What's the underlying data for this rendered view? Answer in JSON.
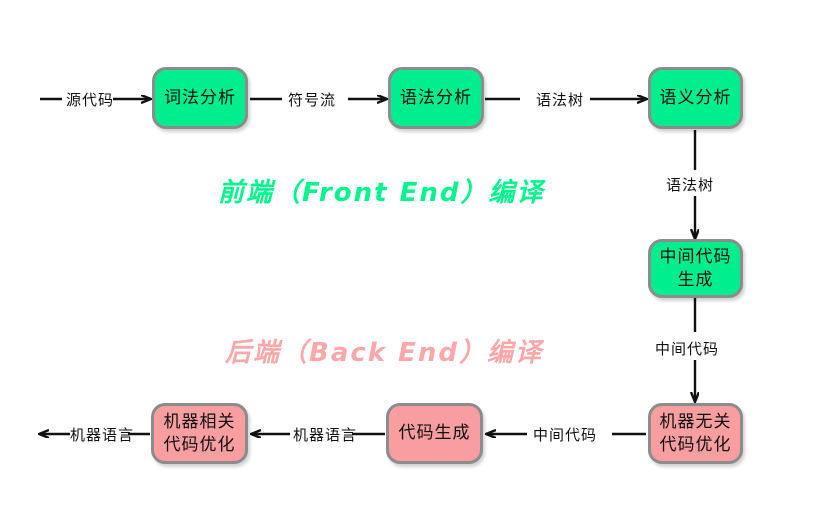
{
  "diagram": {
    "title_front": "前端（Front End）编译",
    "title_back": "后端（Back End）编译",
    "colors": {
      "green": "#00EE8E",
      "pink": "#F89DA0",
      "border": "#8c8c8c",
      "line": "#111111",
      "front_caption": "#00F58C",
      "back_caption": "#FCA7AA"
    },
    "nodes": [
      {
        "id": "lexical",
        "label": "词法分析",
        "color": "green"
      },
      {
        "id": "syntax",
        "label": "语法分析",
        "color": "green"
      },
      {
        "id": "semantic",
        "label": "语义分析",
        "color": "green"
      },
      {
        "id": "ir-gen",
        "label": "中间代码\n生成",
        "color": "green"
      },
      {
        "id": "mi-opt",
        "label": "机器无关\n代码优化",
        "color": "pink"
      },
      {
        "id": "code-gen",
        "label": "代码生成",
        "color": "pink"
      },
      {
        "id": "md-opt",
        "label": "机器相关\n代码优化",
        "color": "pink"
      }
    ],
    "edge_labels": [
      {
        "id": "source-code",
        "text": "源代码"
      },
      {
        "id": "token-stream",
        "text": "符号流"
      },
      {
        "id": "syntax-tree-1",
        "text": "语法树"
      },
      {
        "id": "syntax-tree-2",
        "text": "语法树"
      },
      {
        "id": "ir-code-1",
        "text": "中间代码"
      },
      {
        "id": "ir-code-2",
        "text": "中间代码"
      },
      {
        "id": "machine-lang-1",
        "text": "机器语言"
      },
      {
        "id": "machine-lang-2",
        "text": "机器语言"
      }
    ]
  }
}
